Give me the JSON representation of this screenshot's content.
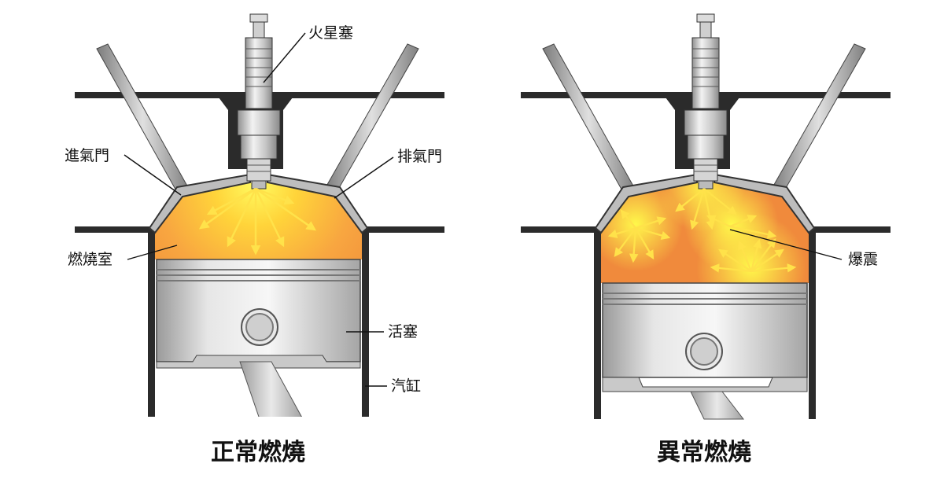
{
  "left_diagram": {
    "caption": "正常燃燒",
    "labels": {
      "spark_plug": "火星塞",
      "intake_valve": "進氣門",
      "exhaust_valve": "排氣門",
      "combustion_chamber": "燃燒室",
      "piston": "活塞",
      "cylinder": "汽缸"
    }
  },
  "right_diagram": {
    "caption": "異常燃燒",
    "labels": {
      "knock": "爆震"
    }
  },
  "colors": {
    "flame_core": "#fff64a",
    "flame_mid": "#ffb81f",
    "chamber_fill": "#f08a3c",
    "arrow": "#ffe24a",
    "metal": "#c9c9c9",
    "block": "#2b2b2b"
  }
}
